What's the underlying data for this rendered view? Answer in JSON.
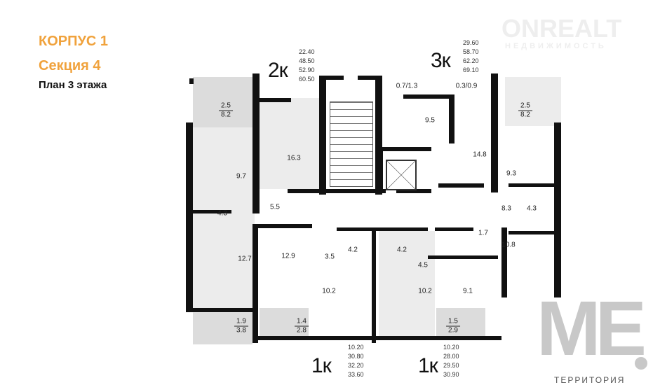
{
  "header": {
    "building": "КОРПУС 1",
    "section": "Секция 4",
    "plan": "План 3 этажа"
  },
  "watermark": {
    "brand": "ONREALT",
    "subtitle": "НЕДВИЖИМОСТЬ"
  },
  "apartments": [
    {
      "type": "2к",
      "areas": [
        "22.40",
        "48.50",
        "52.90",
        "60.50"
      ]
    },
    {
      "type": "3к",
      "areas": [
        "29.60",
        "58.70",
        "62.20",
        "69.10"
      ]
    },
    {
      "type": "1к",
      "areas": [
        "10.20",
        "30.80",
        "32.20",
        "33.60"
      ]
    },
    {
      "type": "1к",
      "areas": [
        "10.20",
        "28.00",
        "29.50",
        "30.90"
      ]
    }
  ],
  "rooms": [
    "9.7",
    "16.3",
    "4.3",
    "5.5",
    "12.7",
    "12.9",
    "3.5",
    "4.2",
    "4.2",
    "10.2",
    "10.2",
    "4.5",
    "9.1",
    "1.7",
    "10.8",
    "8.3",
    "4.3",
    "9.3",
    "14.8",
    "9.5",
    "0.7/1.3",
    "0.3/0.9"
  ],
  "balconies": [
    {
      "top": "2.5",
      "bottom": "8.2"
    },
    {
      "top": "1.9",
      "bottom": "3.8"
    },
    {
      "top": "1.4",
      "bottom": "2.8"
    },
    {
      "top": "1.5",
      "bottom": "2.9"
    },
    {
      "top": "2.5",
      "bottom": "8.2"
    }
  ],
  "logo": {
    "mark": "ME",
    "caption": "ТЕРРИТОРИЯ"
  },
  "colors": {
    "accent": "#f0a23c"
  }
}
